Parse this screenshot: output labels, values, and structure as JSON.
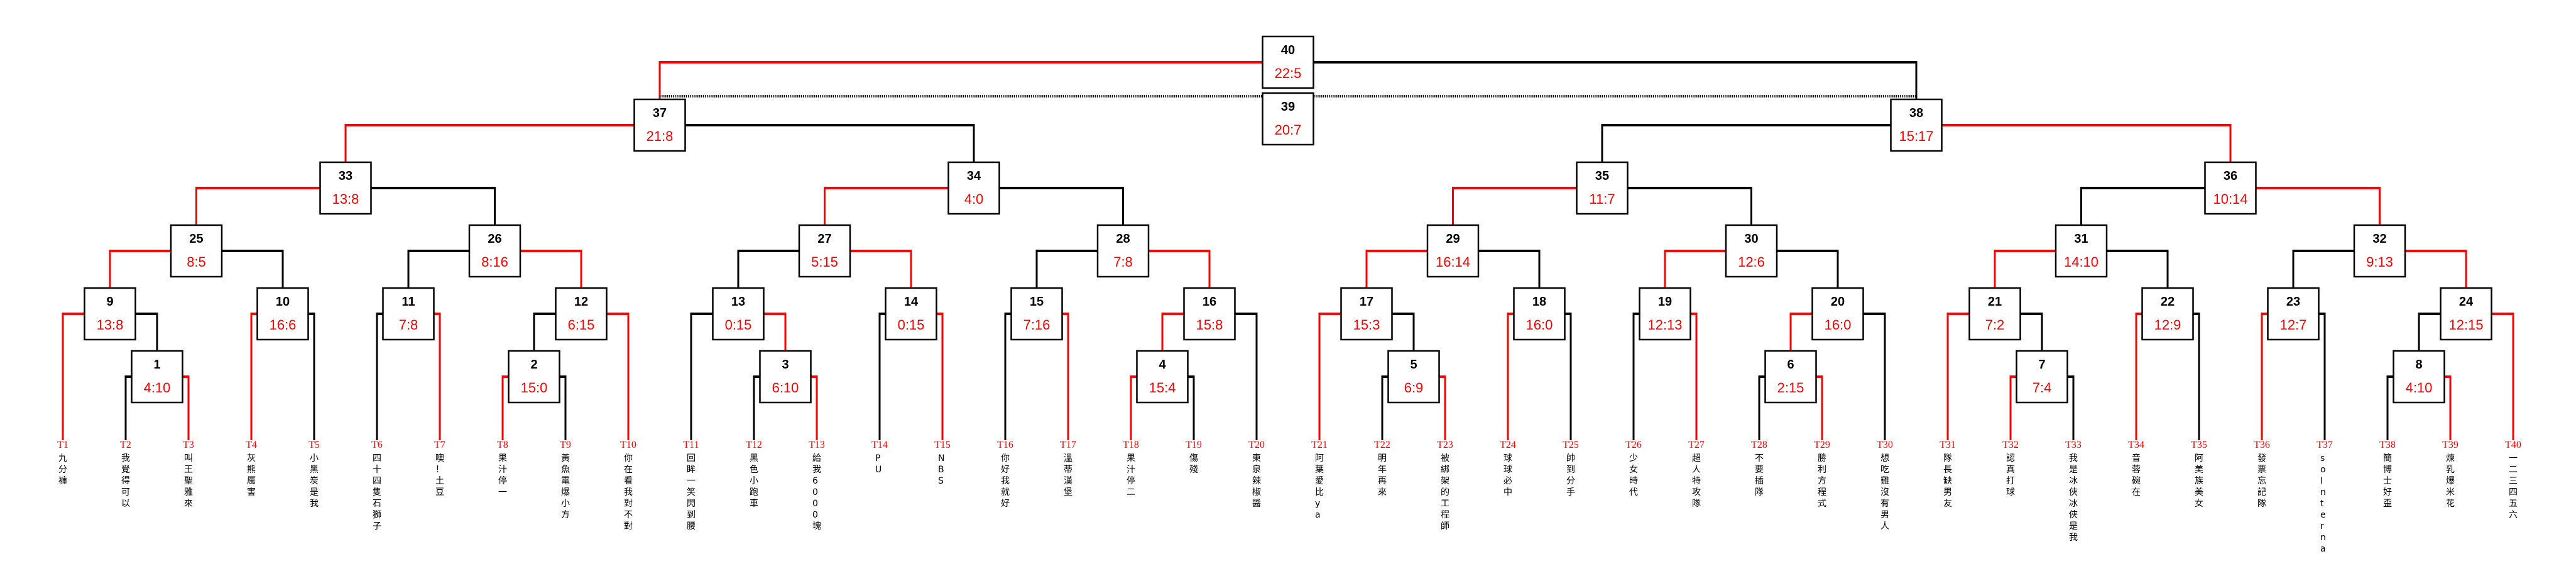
{
  "colors": {
    "winner": "#ff0000",
    "default": "#000000",
    "leaf_label": "#ff0000"
  },
  "leaves": [
    {
      "id": "T1",
      "name": "九分褲"
    },
    {
      "id": "T2",
      "name": "我覺得可以"
    },
    {
      "id": "T3",
      "name": "叫王聖雅來"
    },
    {
      "id": "T4",
      "name": "灰熊厲害"
    },
    {
      "id": "T5",
      "name": "小黑炭是我"
    },
    {
      "id": "T6",
      "name": "四十四隻石獅子"
    },
    {
      "id": "T7",
      "name": "噢！土豆"
    },
    {
      "id": "T8",
      "name": "果汁停一"
    },
    {
      "id": "T9",
      "name": "黃魚電爆小方"
    },
    {
      "id": "T10",
      "name": "你在看我對不對"
    },
    {
      "id": "T11",
      "name": "回眸一笑閃到腰"
    },
    {
      "id": "T12",
      "name": "黑色小跑車"
    },
    {
      "id": "T13",
      "name": "給我6000塊"
    },
    {
      "id": "T14",
      "name": "PU"
    },
    {
      "id": "T15",
      "name": "NBS"
    },
    {
      "id": "T16",
      "name": "你好我就好"
    },
    {
      "id": "T17",
      "name": "溫蒂漢堡"
    },
    {
      "id": "T18",
      "name": "果汁停二"
    },
    {
      "id": "T19",
      "name": "傷殘"
    },
    {
      "id": "T20",
      "name": "東泉辣椒醬"
    },
    {
      "id": "T21",
      "name": "阿葉愛比ya"
    },
    {
      "id": "T22",
      "name": "明年再來"
    },
    {
      "id": "T23",
      "name": "被綁架的工程師"
    },
    {
      "id": "T24",
      "name": "球球必中"
    },
    {
      "id": "T25",
      "name": "帥到分手"
    },
    {
      "id": "T26",
      "name": "少女時代"
    },
    {
      "id": "T27",
      "name": "超人特攻隊"
    },
    {
      "id": "T28",
      "name": "不要插隊"
    },
    {
      "id": "T29",
      "name": "勝利方程式"
    },
    {
      "id": "T30",
      "name": "想吃雞沒有男人"
    },
    {
      "id": "T31",
      "name": "隊長缺男友"
    },
    {
      "id": "T32",
      "name": "認真打球"
    },
    {
      "id": "T33",
      "name": "我是冰俠冰俠是我"
    },
    {
      "id": "T34",
      "name": "音蓉碗在"
    },
    {
      "id": "T35",
      "name": "阿美族美女"
    },
    {
      "id": "T36",
      "name": "發票忘記隊"
    },
    {
      "id": "T37",
      "name": "so Interna"
    },
    {
      "id": "T38",
      "name": "簡博士好歪"
    },
    {
      "id": "T39",
      "name": "煉乳爆米花"
    },
    {
      "id": "T40",
      "name": "一二三四五六"
    }
  ],
  "matches": [
    {
      "id": "1",
      "score": "4:10",
      "left": "T2",
      "right": "T3"
    },
    {
      "id": "2",
      "score": "15:0",
      "left": "T8",
      "right": "T9"
    },
    {
      "id": "3",
      "score": "6:10",
      "left": "T12",
      "right": "T13"
    },
    {
      "id": "4",
      "score": "15:4",
      "left": "T18",
      "right": "T19"
    },
    {
      "id": "5",
      "score": "6:9",
      "left": "T22",
      "right": "T23"
    },
    {
      "id": "6",
      "score": "2:15",
      "left": "T28",
      "right": "T29"
    },
    {
      "id": "7",
      "score": "7:4",
      "left": "T32",
      "right": "T33"
    },
    {
      "id": "8",
      "score": "4:10",
      "left": "T38",
      "right": "T39"
    },
    {
      "id": "9",
      "score": "13:8",
      "left": "T1",
      "right": "1"
    },
    {
      "id": "10",
      "score": "16:6",
      "left": "T4",
      "right": "T5"
    },
    {
      "id": "11",
      "score": "7:8",
      "left": "T6",
      "right": "T7"
    },
    {
      "id": "12",
      "score": "6:15",
      "left": "2",
      "right": "T10"
    },
    {
      "id": "13",
      "score": "0:15",
      "left": "T11",
      "right": "3"
    },
    {
      "id": "14",
      "score": "0:15",
      "left": "T14",
      "right": "T15"
    },
    {
      "id": "15",
      "score": "7:16",
      "left": "T16",
      "right": "T17"
    },
    {
      "id": "16",
      "score": "15:8",
      "left": "4",
      "right": "T20"
    },
    {
      "id": "17",
      "score": "15:3",
      "left": "T21",
      "right": "5"
    },
    {
      "id": "18",
      "score": "16:0",
      "left": "T24",
      "right": "T25"
    },
    {
      "id": "19",
      "score": "12:13",
      "left": "T26",
      "right": "T27"
    },
    {
      "id": "20",
      "score": "16:0",
      "left": "6",
      "right": "T30"
    },
    {
      "id": "21",
      "score": "7:2",
      "left": "T31",
      "right": "7"
    },
    {
      "id": "22",
      "score": "12:9",
      "left": "T34",
      "right": "T35"
    },
    {
      "id": "23",
      "score": "12:7",
      "left": "T36",
      "right": "T37"
    },
    {
      "id": "24",
      "score": "12:15",
      "left": "8",
      "right": "T40"
    },
    {
      "id": "25",
      "score": "8:5",
      "left": "9",
      "right": "10"
    },
    {
      "id": "26",
      "score": "8:16",
      "left": "11",
      "right": "12"
    },
    {
      "id": "27",
      "score": "5:15",
      "left": "13",
      "right": "14"
    },
    {
      "id": "28",
      "score": "7:8",
      "left": "15",
      "right": "16"
    },
    {
      "id": "29",
      "score": "16:14",
      "left": "17",
      "right": "18"
    },
    {
      "id": "30",
      "score": "12:6",
      "left": "19",
      "right": "20"
    },
    {
      "id": "31",
      "score": "14:10",
      "left": "21",
      "right": "22"
    },
    {
      "id": "32",
      "score": "9:13",
      "left": "23",
      "right": "24"
    },
    {
      "id": "33",
      "score": "13:8",
      "left": "25",
      "right": "26"
    },
    {
      "id": "34",
      "score": "4:0",
      "left": "27",
      "right": "28"
    },
    {
      "id": "35",
      "score": "11:7",
      "left": "29",
      "right": "30"
    },
    {
      "id": "36",
      "score": "10:14",
      "left": "31",
      "right": "32"
    },
    {
      "id": "37",
      "score": "21:8",
      "left": "33",
      "right": "34"
    },
    {
      "id": "38",
      "score": "15:17",
      "left": "35",
      "right": "36"
    },
    {
      "id": "40",
      "score": "22:5",
      "left": "37",
      "right": "38"
    }
  ],
  "third_place": {
    "id": "39",
    "score": "20:7",
    "between": [
      "37",
      "38"
    ]
  }
}
